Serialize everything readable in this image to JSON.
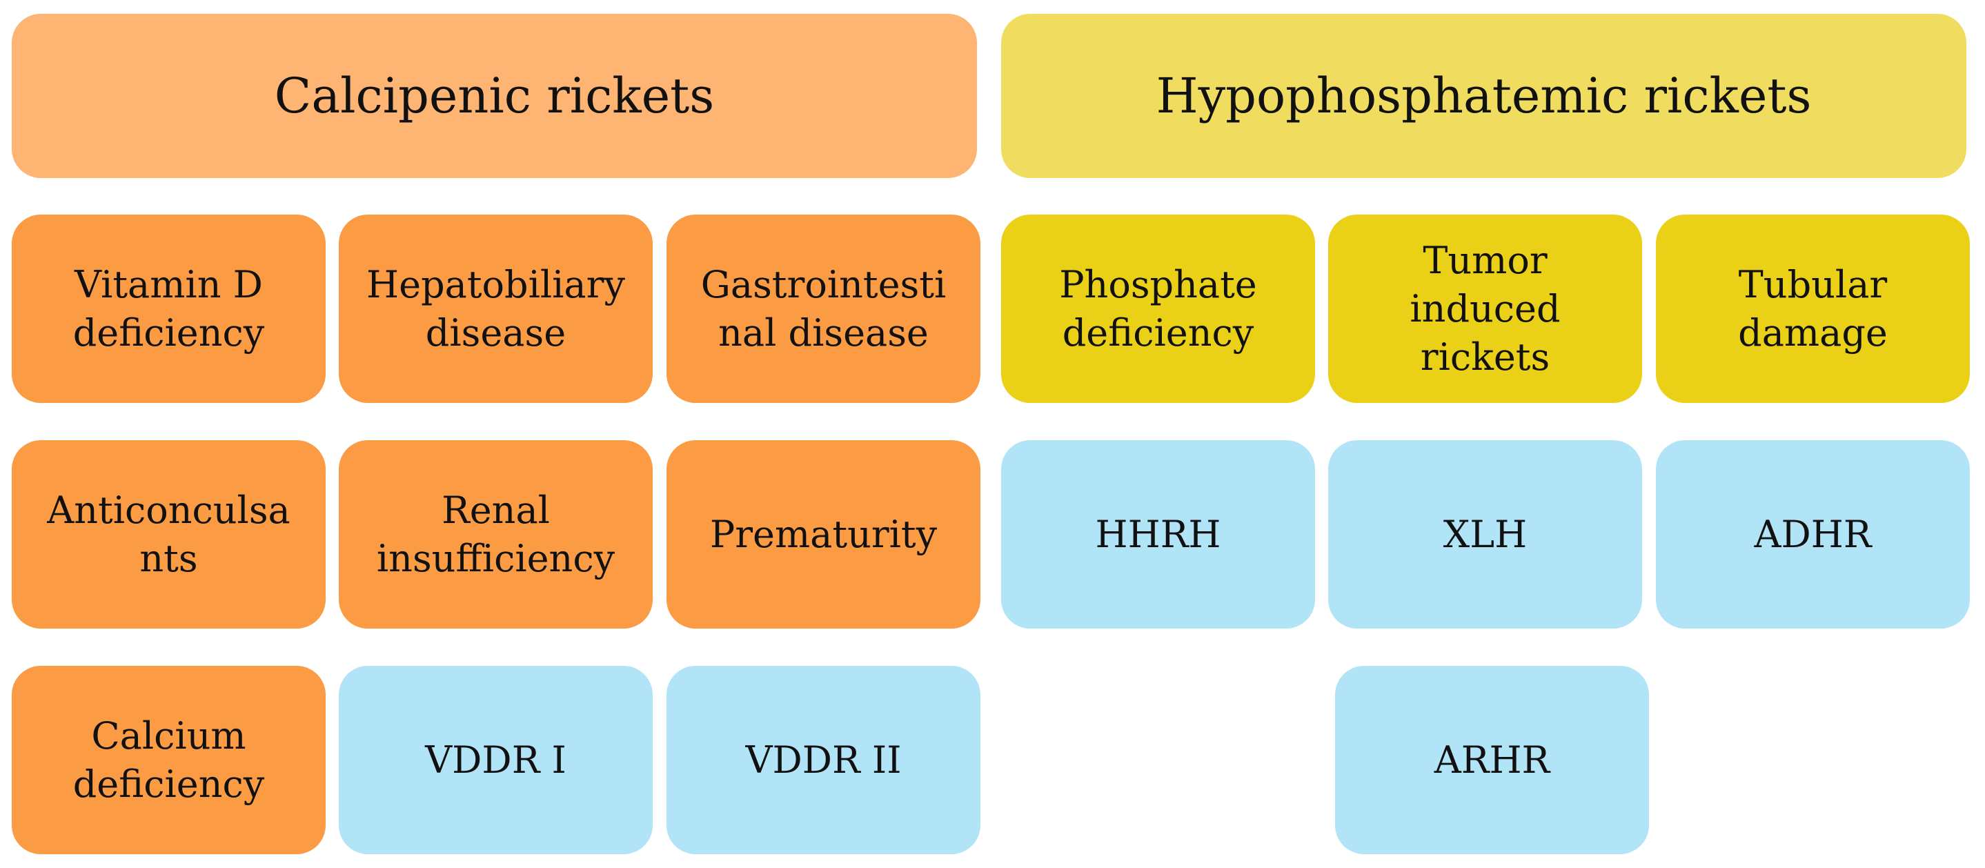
{
  "headers": {
    "calcipenic": "Calcipenic rickets",
    "hypophosphatemic": "Hypophosphatemic rickets"
  },
  "calcipenic": {
    "vitamin_d": "Vitamin D\ndeficiency",
    "hepatobiliary": "Hepatobiliary\ndisease",
    "gastrointestinal": "Gastrointesti\nnal disease",
    "anticonvulsants": "Anticonculsa\nnts",
    "renal": "Renal\ninsufficiency",
    "prematurity": "Prematurity",
    "calcium": "Calcium\ndeficiency",
    "vddr1": "VDDR I",
    "vddr2": "VDDR II"
  },
  "hypophosphatemic": {
    "phosphate": "Phosphate\ndeficiency",
    "tumor": "Tumor\ninduced\nrickets",
    "tubular": "Tubular\ndamage",
    "hhrh": "HHRH",
    "xlh": "XLH",
    "adhr": "ADHR",
    "arhr": "ARHR"
  },
  "colors": {
    "calcipenic_header": "#FEB473",
    "hypophosphatemic_header": "#F0DD5F",
    "calcipenic_cause": "#FB9C45",
    "hypophosphatemic_cause": "#EBD018",
    "genetic_form": "#B2E4F8"
  }
}
